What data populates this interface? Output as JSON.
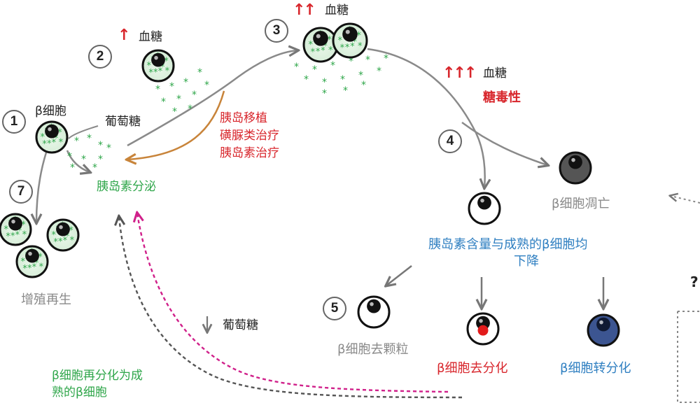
{
  "steps": [
    {
      "number": "1",
      "label": "β细胞"
    },
    {
      "number": "2",
      "arrow": "↑",
      "label": "血糖"
    },
    {
      "number": "3",
      "arrow": "↑↑",
      "label": "血糖"
    },
    {
      "number": "4",
      "arrow": "↑↑↑",
      "label": "血糖",
      "sublabel": "糖毒性"
    },
    {
      "number": "5",
      "label": "β细胞去颗粒"
    },
    {
      "number": "7",
      "label": "增殖再生"
    }
  ],
  "glucose_label": "葡萄糖",
  "secretion_label": "胰岛素分泌",
  "treatments": [
    "胰岛移植",
    "磺脲类治疗",
    "胰岛素治疗"
  ],
  "apoptosis_label": "β细胞凋亡",
  "insulin_decline": [
    "胰岛素含量与成熟的β细胞均",
    "下降"
  ],
  "dediff_label": "β细胞去分化",
  "transdiff_label": "β细胞转分化",
  "glucose_down": {
    "arrow": "↓",
    "label": "葡萄糖"
  },
  "redifferentiation": [
    "β细胞再分化为成",
    "熟的β细胞"
  ],
  "question_mark": "?",
  "colors": {
    "green": "#2fa64a",
    "red": "#d8262c",
    "blue": "#2f7fc1",
    "grey": "#8a8a8a",
    "orange": "#c8843a",
    "magenta": "#d0208a"
  }
}
